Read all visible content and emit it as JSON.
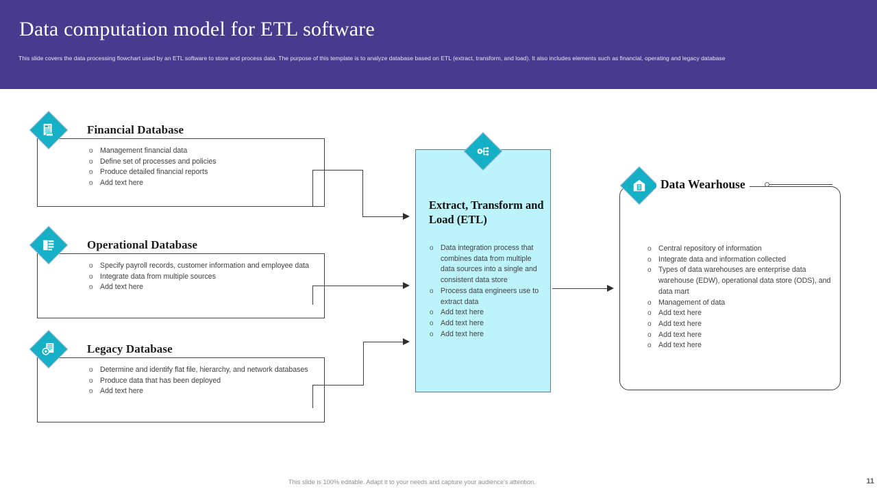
{
  "header": {
    "title": "Data computation model for ETL software",
    "subtitle": "This slide covers the data processing flowchart used by an ETL  software to store and process data. The purpose of this template  is to analyze database based on ETL  (extract, transform, and load). It also includes elements  such as financial, operating and legacy database",
    "background_color": "#483a8c"
  },
  "accent_color": "#16b0c6",
  "etl_fill_color": "#bdf3fb",
  "sources": [
    {
      "title": "Financial Database",
      "icon": "financial-report-icon",
      "bullets": [
        "Management  financial  data",
        "Define  set of processes  and  policies",
        "Produce  detailed financial  reports",
        "Add text here"
      ]
    },
    {
      "title": "Operational Database",
      "icon": "operational-data-icon",
      "bullets": [
        "Specify  payroll  records,  customer  information  and employee  data",
        "Integrate  data from  multiple  sources",
        "Add text here"
      ]
    },
    {
      "title": "Legacy Database",
      "icon": "legacy-database-icon",
      "bullets": [
        "Determine  and  identify flat file, hierarchy,  and network databases",
        "Produce  data that  has  been  deployed",
        "Add text here"
      ]
    }
  ],
  "etl": {
    "title": "Extract, Transform and Load (ETL)",
    "icon": "etl-process-icon",
    "bullets": [
      "Data  integration process that combines data from  multiple data sources into a single and  consistent data store",
      "Process data engineers use to extract data",
      "Add text here",
      "Add text here",
      "Add text here"
    ]
  },
  "warehouse": {
    "title": "Data Wearhouse",
    "icon": "warehouse-building-icon",
    "bullets": [
      "Central  repository of information",
      "Integrate  data and  information  collected",
      "Types of data  warehouses  are enterprise data warehouse  (EDW), operational  data store (ODS),  and  data mart",
      "Management  of data",
      "Add text here",
      "Add text here",
      "Add text here",
      "Add text here"
    ]
  },
  "footer": {
    "note": "This slide is 100% editable. Adapt it to your needs and capture your audience's attention.",
    "page": "11"
  }
}
